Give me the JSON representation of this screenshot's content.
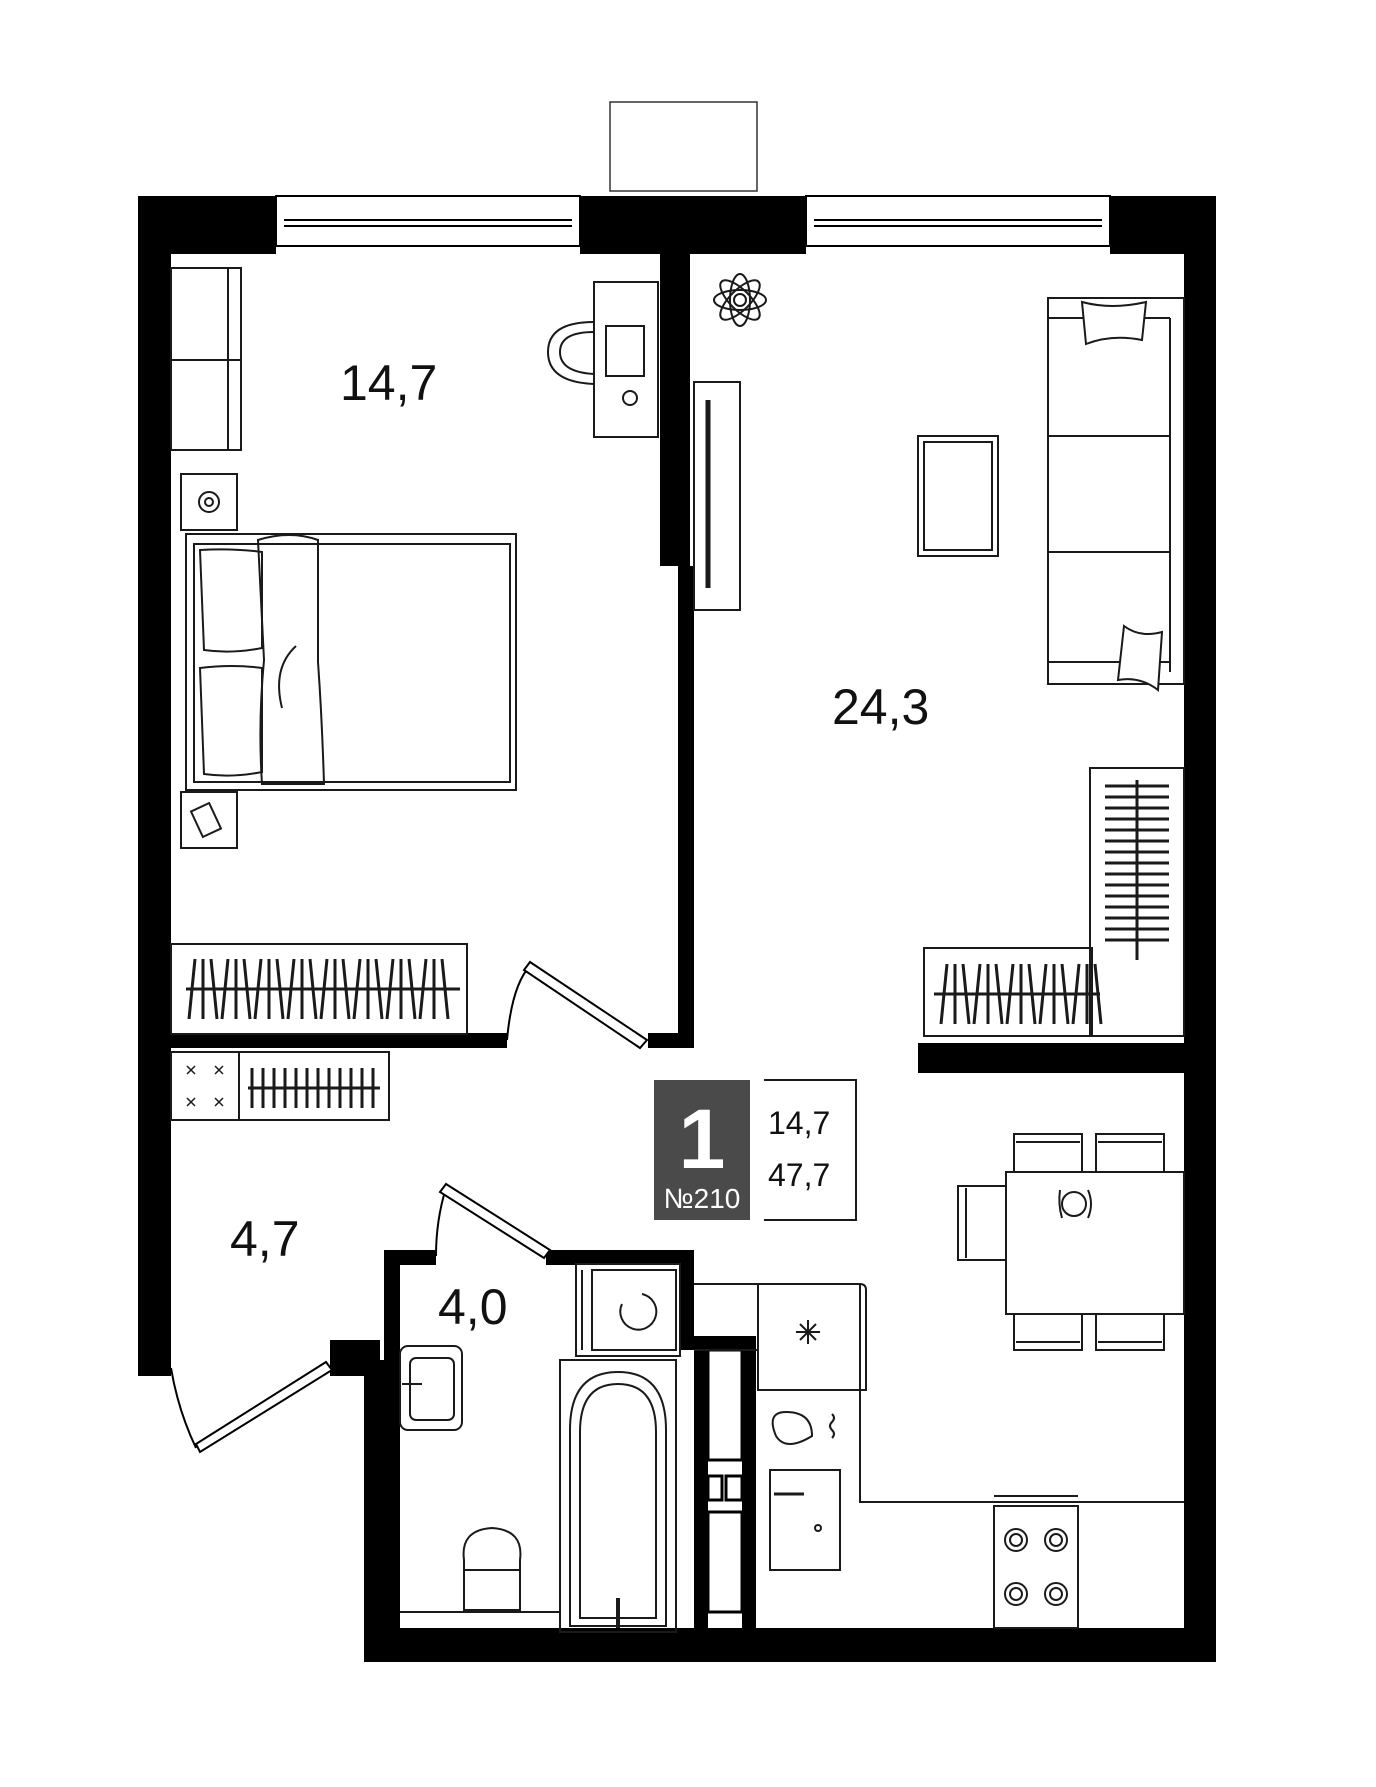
{
  "plan": {
    "wall_color": "#000000",
    "line_color": "#1a1a1a",
    "badge_color": "#4a4a4a",
    "rooms": [
      {
        "id": "bedroom",
        "name": "bedroom",
        "area": "14,7"
      },
      {
        "id": "living",
        "name": "living-room",
        "area": "24,3"
      },
      {
        "id": "hallway",
        "name": "hallway",
        "area": "4,7"
      },
      {
        "id": "bathroom",
        "name": "bathroom",
        "area": "4,0"
      }
    ],
    "info": {
      "rooms_count": "1",
      "apartment_number": "№210",
      "living_area": "14,7",
      "total_area": "47,7"
    }
  }
}
